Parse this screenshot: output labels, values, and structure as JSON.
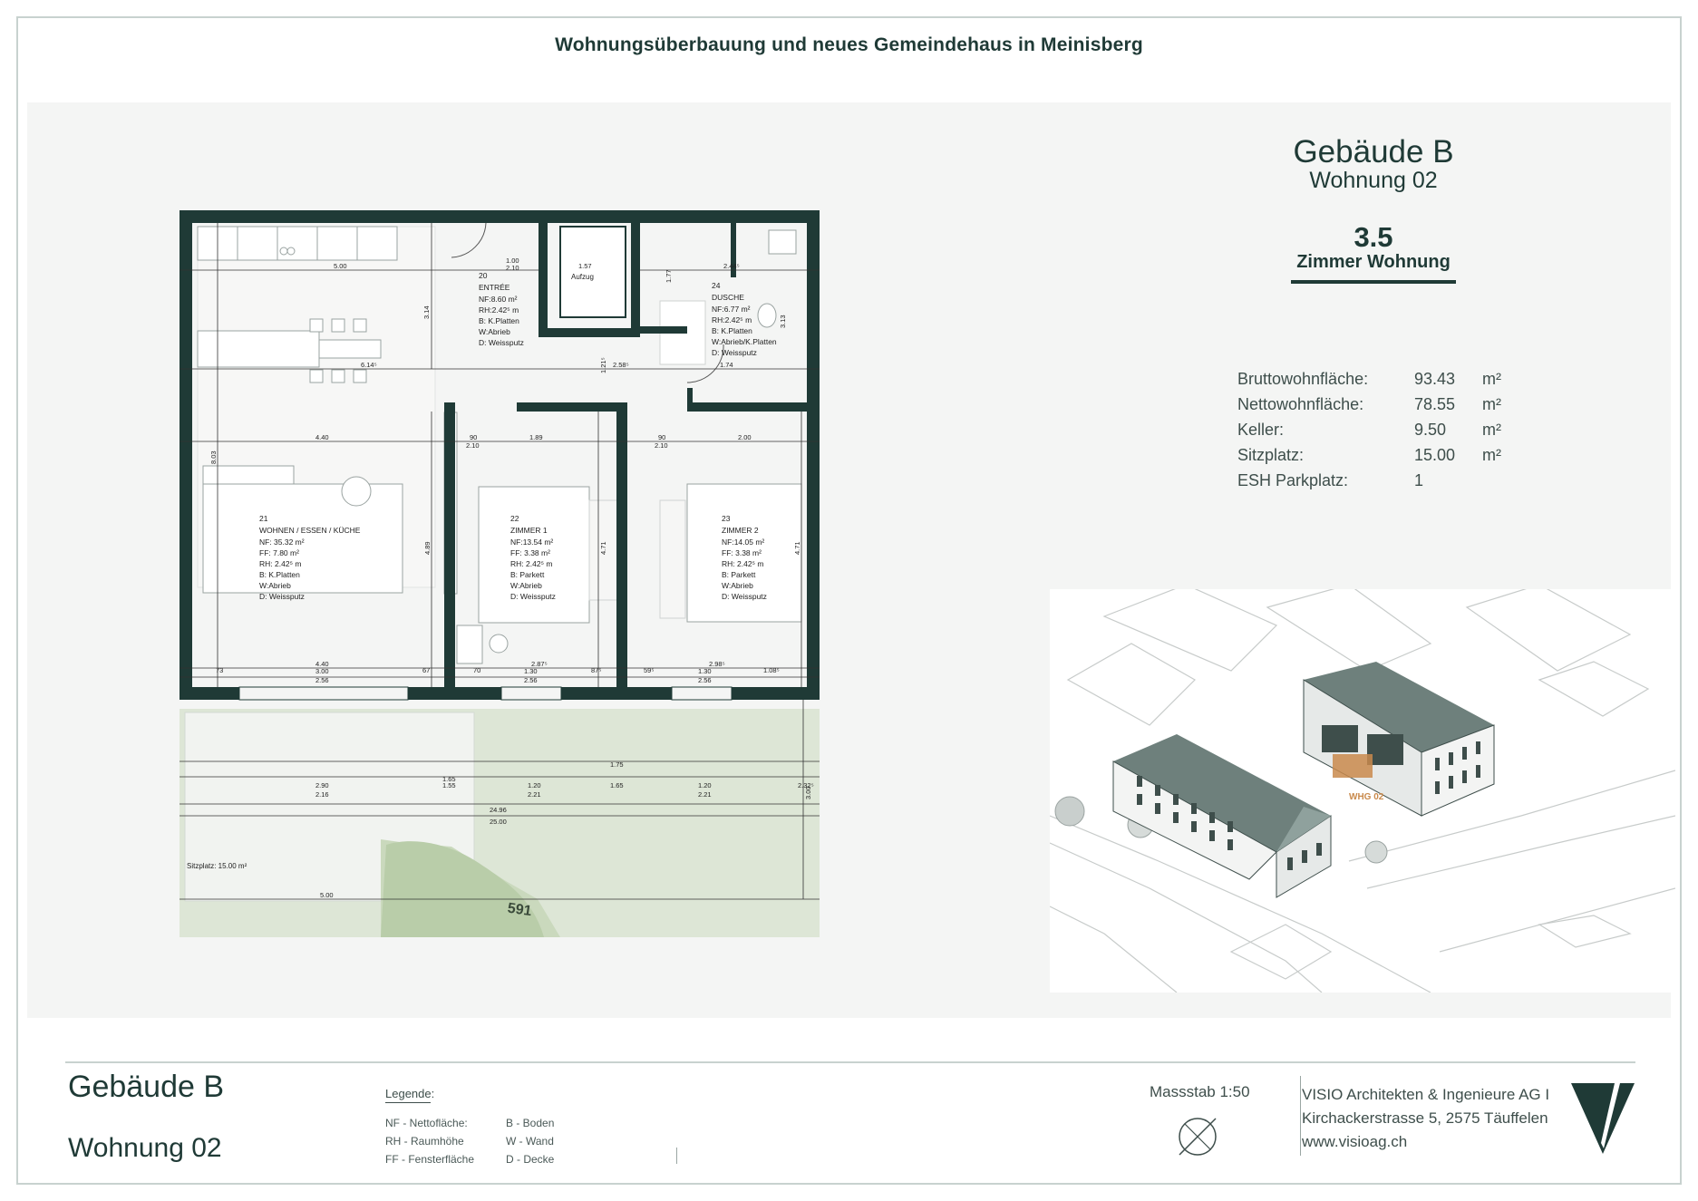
{
  "header": {
    "title": "Wohnungsüberbauung und neues Gemeindehaus in Meinisberg"
  },
  "info": {
    "building": "Gebäude B",
    "apartment": "Wohnung 02",
    "rooms_number": "3.5",
    "rooms_label": "Zimmer Wohnung",
    "facts": [
      {
        "label": "Bruttowohnfläche:",
        "value": "93.43",
        "unit": "m²"
      },
      {
        "label": "Nettowohnfläche:",
        "value": "78.55",
        "unit": "m²"
      },
      {
        "label": "Keller:",
        "value": "9.50",
        "unit": "m²"
      },
      {
        "label": "Sitzplatz:",
        "value": "15.00",
        "unit": "m²"
      },
      {
        "label": "ESH Parkplatz:",
        "value": "1",
        "unit": ""
      }
    ]
  },
  "plan": {
    "rooms": [
      {
        "no": "20",
        "name": "ENTRÉE",
        "lines": [
          "NF:8.60 m²",
          "RH:2.42⁵ m",
          "B: K.Platten",
          "W:Abrieb",
          "D: Weissputz"
        ]
      },
      {
        "no": "24",
        "name": "DUSCHE",
        "lines": [
          "NF:6.77 m²",
          "RH:2.42⁵ m",
          "B: K.Platten",
          "W:Abrieb/K.Platten",
          "D: Weissputz"
        ]
      },
      {
        "no": "21",
        "name": "WOHNEN / ESSEN / KÜCHE",
        "lines": [
          "NF: 35.32 m²",
          "FF:   7.80 m²",
          "RH:  2.42⁵ m",
          "B: K.Platten",
          "W:Abrieb",
          "D: Weissputz"
        ]
      },
      {
        "no": "22",
        "name": "ZIMMER 1",
        "lines": [
          "NF:13.54 m²",
          "FF:   3.38 m²",
          "RH:  2.42⁵ m",
          "B: Parkett",
          "W:Abrieb",
          "D: Weissputz"
        ]
      },
      {
        "no": "23",
        "name": "ZIMMER 2",
        "lines": [
          "NF:14.05 m²",
          "FF:   3.38 m²",
          "RH:  2.42⁵ m",
          "B: Parkett",
          "W:Abrieb",
          "D: Weissputz"
        ]
      }
    ],
    "aufzug": "Aufzug",
    "sitzplatz": "Sitzplatz: 15.00 m²",
    "parcel": "591",
    "dims": {
      "d500": "5.00",
      "d614": "6.14⁵",
      "d440": "4.40",
      "d440b": "4.40",
      "d300": "3.00",
      "d256a": "2.56",
      "d157": "1.57",
      "d244": "2.44⁵",
      "d258": "2.58⁵",
      "d174": "1.74",
      "d189": "1.89",
      "d200": "2.00",
      "d287": "2.87⁵",
      "d298": "2.98⁵",
      "d130a": "1.30",
      "d256b": "2.56",
      "d130b": "1.30",
      "d256c": "2.56",
      "d314": "3.14",
      "d803": "8.03",
      "d489": "4.89",
      "d471a": "4.71",
      "d471b": "4.71",
      "d121": "1.21⁵",
      "d177": "1.77",
      "d313": "3.13",
      "d90a": "90",
      "d210a": "2.10",
      "d90b": "90",
      "d210b": "2.10",
      "d100": "1.00",
      "d210c": "2.10",
      "d73": "73",
      "d67": "67",
      "d70": "70",
      "d87": "87⁵",
      "d59": "59⁵",
      "d108": "1.08⁵",
      "d165": "1.65",
      "d175": "1.75",
      "d290": "2.90",
      "d216": "2.16",
      "d155": "1.55",
      "d165b": "1.65",
      "d120a": "1.20",
      "d221a": "2.21",
      "d120b": "1.20",
      "d221b": "2.21",
      "d232": "2.32⁵",
      "d2496": "24.96",
      "d2500": "25.00",
      "d300b": "3.00",
      "d500b": "5.00"
    }
  },
  "iso": {
    "label": "WHG 02"
  },
  "footer": {
    "building": "Gebäude B",
    "apartment": "Wohnung 02",
    "legend_title": "Legende:",
    "legend": [
      {
        "a": "NF - Nettofläche:",
        "b": "B -   Boden"
      },
      {
        "a": "RH - Raumhöhe",
        "b": "W -  Wand"
      },
      {
        "a": "FF -  Fensterfläche",
        "b": "D -   Decke"
      }
    ],
    "scale": "Massstab 1:50",
    "company_lines": [
      "VISIO Architekten & Ingenieure AG I",
      "Kirchackerstrasse 5, 2575 Täuffelen",
      "www.visioag.ch"
    ]
  },
  "colors": {
    "accent": "#1f3a36",
    "wall": "#1f3a36",
    "panel": "#f4f5f4",
    "green_light": "#d7e2cf",
    "green_dark": "#b9cda9",
    "highlight": "#c98a4c"
  },
  "icons": {
    "north": "north-arrow-icon",
    "logo": "visio-v-logo-icon"
  }
}
